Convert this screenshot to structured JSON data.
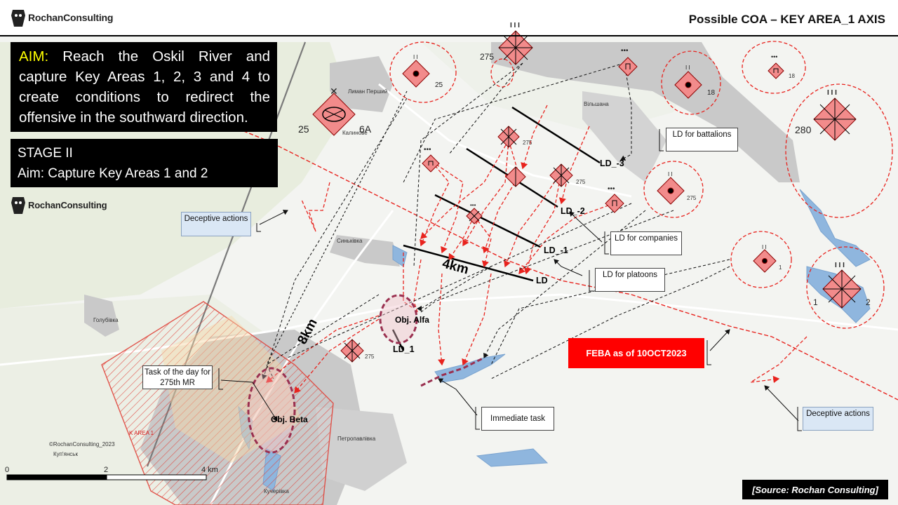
{
  "header": {
    "brand": "RochanConsulting",
    "title": "Possible  COA – KEY AREA_1 AXIS"
  },
  "aim": {
    "label": "AIM:",
    "text": " Reach the Oskil River and capture Key Areas 1, 2, 3 and 4 to create conditions to redirect the offensive in the southward direction."
  },
  "stage": {
    "title": "STAGE II",
    "aim": "Aim: Capture Key Areas 1 and 2"
  },
  "watermark_brand": "RochanConsulting",
  "callouts": {
    "deceptive_left": "Deceptive actions",
    "deceptive_right": "Deceptive actions",
    "ld_battalions": "LD for battalions",
    "ld_companies": "LD for companies",
    "ld_platoons": "LD for platoons",
    "task_of_day": "Task of the day for 275th MR",
    "immediate_task": "Immediate task",
    "feba": "FEBA as of 10OCT2023"
  },
  "phase_lines": {
    "ld": "LD",
    "ld1": "LD_-1",
    "ld2": "LD_-2",
    "ld3": "LD_-3",
    "ld_1": "LD_1"
  },
  "objectives": {
    "alfa": "Obj. Alfa",
    "beta": "Obj. Beta"
  },
  "distances": {
    "d4": "4km",
    "d8": "8km"
  },
  "unit_labels": {
    "u25": "25",
    "u25b": "25",
    "u6a": "6A",
    "u275_top": "275",
    "u18": "18",
    "u18b": "18",
    "u280": "280",
    "u275_a": "275",
    "u275_b": "275",
    "u275_c": "275",
    "u275_d": "275",
    "u1": "1",
    "u1_big": "1",
    "u2_big": "2",
    "echelon_iii": "I I I",
    "echelon_ii": "I I",
    "echelon_dots": "•••",
    "echelon_x": "✕"
  },
  "place_names": {
    "lyman": "Лиман Перший",
    "kalynove": "Калинове",
    "vilshana": "Вільшана",
    "synkivka": "Синьківка",
    "holubivka": "Голубівка",
    "petropavlivka": "Петропавлівка",
    "kupiansk": "Куп'янськ",
    "kucherivka": "Кучерівка",
    "karea": "K AREA 1",
    "copyright": "©RochanConsulting_2023"
  },
  "scale_bar": {
    "t0": "0",
    "t2": "2",
    "t4": "4 km"
  },
  "source": "[Source: Rochan Consulting]",
  "colors": {
    "enemy_fill": "#f28b8b",
    "enemy_stroke": "#8b0000",
    "dash_red": "#e8231e",
    "feba_red": "#ff0000",
    "aim_yellow": "#ffff00",
    "water": "#8fb6de",
    "urban": "#c8c8c8"
  },
  "icons": [
    "rochan-logo-icon",
    "diamond-unit-icon",
    "obj-circle-icon"
  ]
}
